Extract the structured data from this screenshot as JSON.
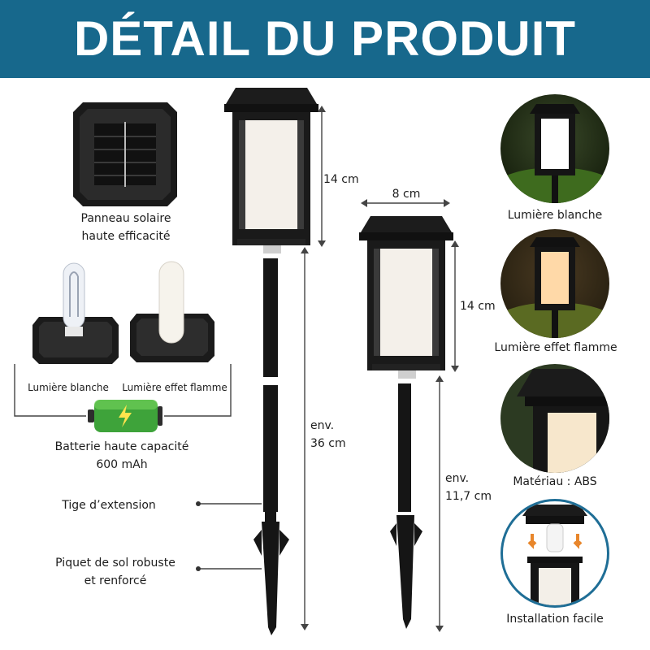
{
  "header": {
    "title": "DÉTAIL DU PRODUIT"
  },
  "left": {
    "solar_panel_label": "Panneau solaire\nhaute efficacité",
    "white_light_label": "Lumière blanche",
    "flame_light_label": "Lumière effet flamme",
    "battery_label_line1": "Batterie haute capacité",
    "battery_label_line2": "600 mAh",
    "extension_label": "Tige d’extension",
    "stake_label_line1": "Piquet de sol robuste",
    "stake_label_line2": "et renforcé"
  },
  "dimensions": {
    "tall_head_height": "14 cm",
    "tall_total_line1": "env.",
    "tall_total_line2": "36 cm",
    "short_width": "8 cm",
    "short_head_height": "14 cm",
    "short_total_line1": "env.",
    "short_total_line2": "11,7 cm"
  },
  "right": {
    "white_light": "Lumière blanche",
    "flame_light": "Lumière effet flamme",
    "material": "Matériau : ABS",
    "install": "Installation facile"
  },
  "colors": {
    "banner": "#17688c",
    "battery": "#3ea33a",
    "warm_light": "#ffd9a8"
  }
}
